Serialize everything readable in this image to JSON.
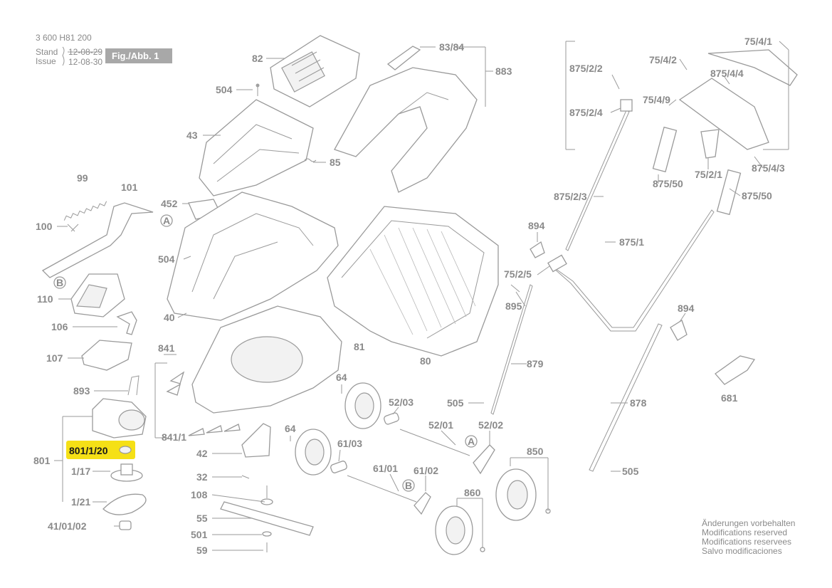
{
  "header": {
    "drawing_number": "3 600 H81 200",
    "stand_label": "Stand",
    "issue_label": "Issue",
    "stand_date": "12-08-29",
    "issue_date": "12-08-30",
    "figure_label": "Fig./Abb. 1"
  },
  "notes": [
    "Änderungen vorbehalten",
    "Modifications reserved",
    "Modifications reservees",
    "Salvo modificaciones"
  ],
  "highlight": {
    "part": "801/1/20",
    "color": "#f5e016"
  },
  "colors": {
    "line": "#9a9a9a",
    "text": "#8a8a8a",
    "figure_box": "#a8a8a8"
  },
  "callouts": {
    "A": "A",
    "B": "B"
  },
  "labels": {
    "p82": "82",
    "p8384": "83/84",
    "p883": "883",
    "p504a": "504",
    "p43": "43",
    "p85": "85",
    "p99": "99",
    "p101": "101",
    "p452": "452",
    "p100": "100",
    "p504b": "504",
    "p110": "110",
    "p40": "40",
    "p106": "106",
    "p107": "107",
    "p841": "841",
    "p81": "81",
    "p80": "80",
    "p893": "893",
    "p801": "801",
    "p117": "1/17",
    "p121": "1/21",
    "p410102": "41/01/02",
    "p8411": "841/1",
    "p42": "42",
    "p32": "32",
    "p108": "108",
    "p55": "55",
    "p501": "501",
    "p59": "59",
    "p64a": "64",
    "p64b": "64",
    "p5203": "52/03",
    "p5201": "52/01",
    "p5202": "52/02",
    "p6103": "61/03",
    "p6101": "61/01",
    "p6102": "61/02",
    "p850": "850",
    "p860": "860",
    "p505a": "505",
    "p505b": "505",
    "p879": "879",
    "p878": "878",
    "p681": "681",
    "p894a": "894",
    "p894b": "894",
    "p7525": "75/2/5",
    "p895": "895",
    "p8751": "875/1",
    "p87523": "875/2/3",
    "p87550a": "875/50",
    "p87550b": "875/50",
    "p7521": "75/2/1",
    "p87543": "875/4/3",
    "p7549": "75/4/9",
    "p87524": "875/2/4",
    "p87522": "875/2/2",
    "p7542": "75/4/2",
    "p87544": "875/4/4",
    "p7541": "75/4/1"
  }
}
